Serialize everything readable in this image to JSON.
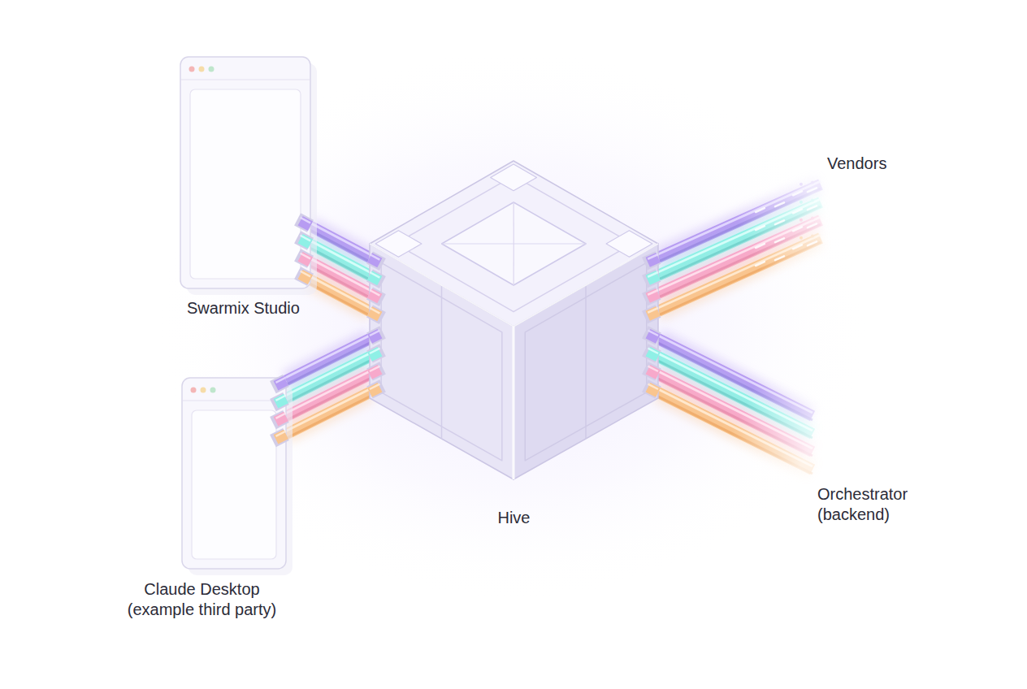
{
  "diagram": {
    "nodes": [
      {
        "text": [
          "Swarmix Studio"
        ]
      },
      {
        "text": [
          "Vendors"
        ]
      },
      {
        "text": [
          "Hive"
        ]
      },
      {
        "text": [
          "Orchestrator (backend)"
        ]
      },
      {
        "text": [
          "Claude Desktop (example third party)"
        ]
      }
    ],
    "edges": [
      {
        "from": 0,
        "to": 2,
        "arrow": "none"
      },
      {
        "from": 4,
        "to": 2,
        "arrow": "none"
      },
      {
        "from": 2,
        "to": 1,
        "arrow": "none"
      },
      {
        "from": 2,
        "to": 3,
        "arrow": "none"
      }
    ]
  }
}
